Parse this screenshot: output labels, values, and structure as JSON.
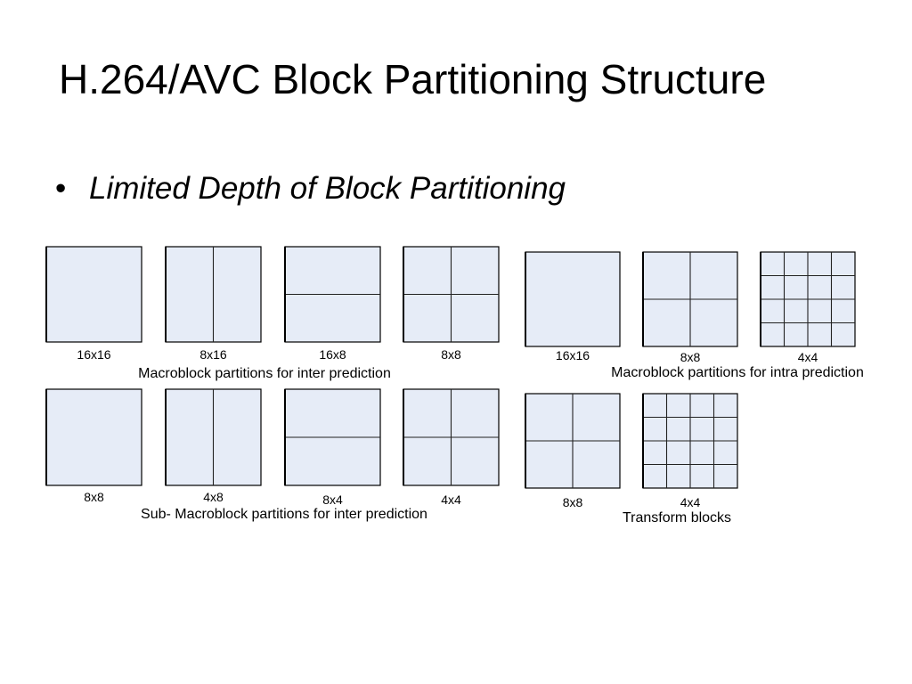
{
  "slide": {
    "title": "H.264/AVC Block Partitioning Structure",
    "bullet_marker": "•",
    "bullet_text": "Limited Depth of Block Partitioning"
  },
  "colors": {
    "block_fill": "#e6ecf7",
    "block_stroke": "#000000",
    "divider_stroke": "#222222"
  },
  "groups": [
    {
      "caption": "Macroblock partitions for inter prediction",
      "blocks": [
        {
          "label": "16x16",
          "split": "none"
        },
        {
          "label": "8x16",
          "split": "vertical"
        },
        {
          "label": "16x8",
          "split": "horizontal"
        },
        {
          "label": "8x8",
          "split": "quad"
        }
      ]
    },
    {
      "caption": "Macroblock partitions for intra prediction",
      "blocks": [
        {
          "label": "16x16",
          "split": "none"
        },
        {
          "label": "8x8",
          "split": "quad"
        },
        {
          "label": "4x4",
          "split": "grid4"
        }
      ]
    },
    {
      "caption": "Sub- Macroblock partitions for inter prediction",
      "blocks": [
        {
          "label": "8x8",
          "split": "none"
        },
        {
          "label": "4x8",
          "split": "vertical"
        },
        {
          "label": "8x4",
          "split": "horizontal"
        },
        {
          "label": "4x4",
          "split": "quad"
        }
      ]
    },
    {
      "caption": "Transform blocks",
      "blocks": [
        {
          "label": "8x8",
          "split": "quad"
        },
        {
          "label": "4x4",
          "split": "grid4"
        }
      ]
    }
  ]
}
